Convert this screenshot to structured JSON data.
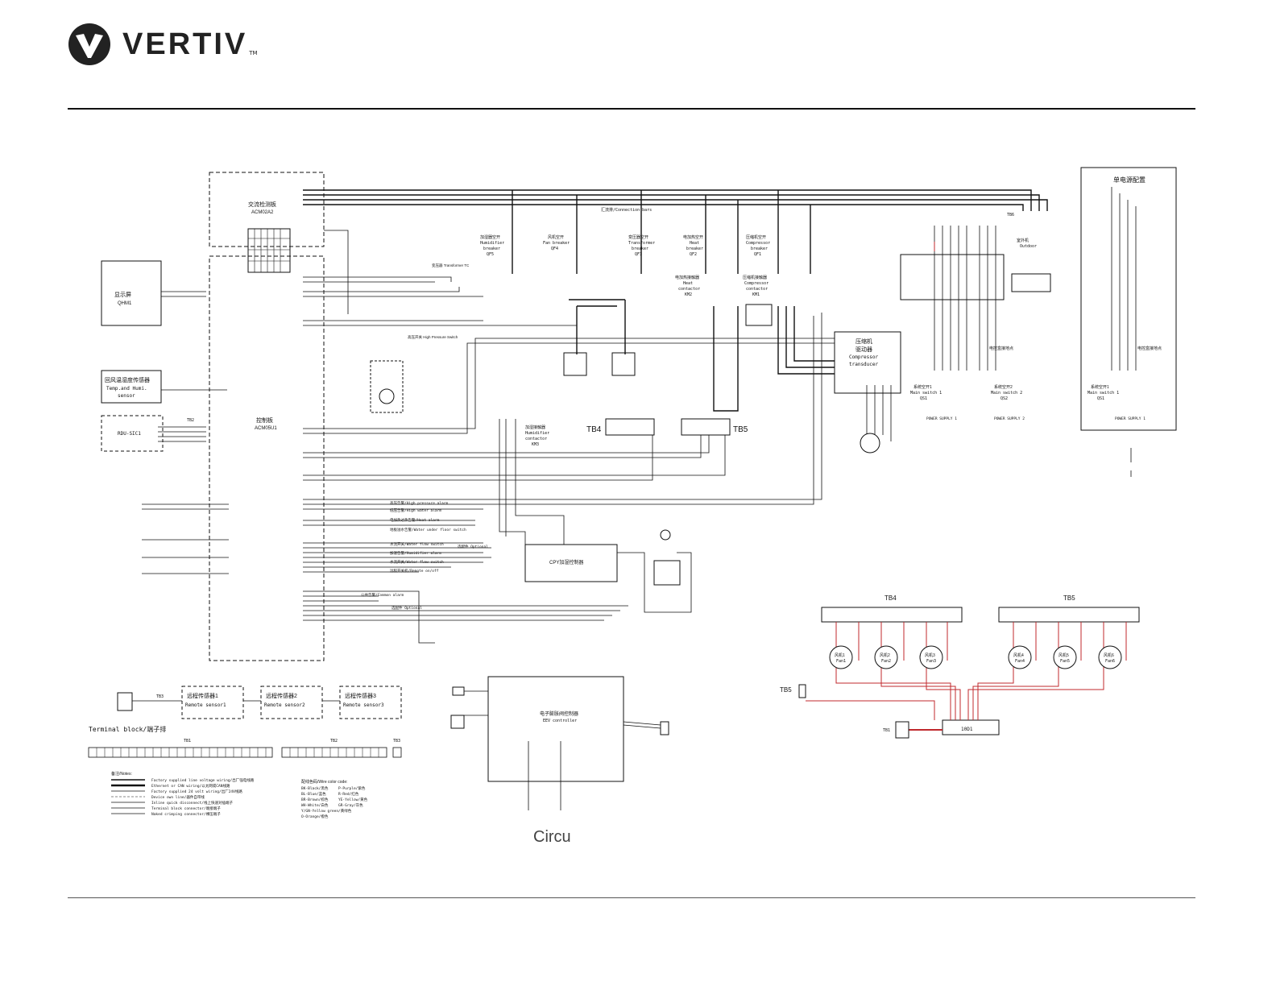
{
  "brand": {
    "name": "VERTIV",
    "trademark": "TM"
  },
  "caption": "Circu",
  "colors": {
    "wire": "#111111",
    "red_wire": "#c0282d",
    "rule": "#111111"
  },
  "boards": {
    "ac_detect": {
      "cn": "交流检测板",
      "code": "ACM02A2"
    },
    "control": {
      "cn": "控制板",
      "code": "ACM05U1"
    },
    "display": {
      "cn": "显示屏",
      "code": "QHM1"
    },
    "return_sensor": {
      "cn": "回风温湿度传感器",
      "en1": "Temp.and Humi.",
      "en2": "sensor"
    },
    "rdu": {
      "code": "RDU-SIC1"
    }
  },
  "components": {
    "humidifier_breaker": {
      "cn": "加湿器空开",
      "en1": "Humidifier",
      "en2": "breaker",
      "tag": "QF5"
    },
    "fan_breaker": {
      "cn": "风机空开",
      "en1": "Fan breaker",
      "tag": "QF4"
    },
    "transformer_breaker": {
      "cn": "变压器空开",
      "en1": "Transformer",
      "en2": "breaker",
      "tag": "QF3"
    },
    "heat_breaker": {
      "cn": "电加热空开",
      "en1": "Heat",
      "en2": "breaker",
      "tag": "QF2"
    },
    "compressor_breaker": {
      "cn": "压缩机空开",
      "en1": "Compressor",
      "en2": "breaker",
      "tag": "QF1"
    },
    "heat_contactor": {
      "cn": "电加热接触器",
      "en1": "Heat",
      "en2": "contactor",
      "tag": "KM2"
    },
    "compressor_contactor": {
      "cn": "压缩机接触器",
      "en1": "Compressor",
      "en2": "contactor",
      "tag": "KM1"
    },
    "connection_bars": {
      "label": "汇流排/Connection bars"
    },
    "compressor_transducer": {
      "cn1": "压缩机",
      "cn2": "驱动器",
      "en1": "Compressor",
      "en2": "transducer"
    },
    "humidifier_contactor": {
      "cn": "加湿接触器",
      "en1": "Humidifier",
      "en2": "contactor",
      "tag": "KM3"
    },
    "cpy": {
      "label": "CPY加湿控制器"
    },
    "eev": {
      "cn": "电子膨胀阀控制器",
      "en": "EEV controller"
    },
    "outdoor": {
      "cn": "室外机",
      "en": "Outdoor"
    },
    "single_power": {
      "label": "单电源配置"
    },
    "main_switch_1": {
      "cn": "系统空开1",
      "en": "Main switch 1",
      "tag": "QS1"
    },
    "main_switch_2": {
      "cn": "系统空开2",
      "en": "Main switch 2",
      "tag": "QS2"
    },
    "ground_label": "电控盒接地点",
    "power_supply_1": "POWER SUPPLY 1",
    "power_supply_2": "POWER SUPPLY 2",
    "transformer_tc": "变压器 Transformer TC",
    "high_pressure_switch": "高压开关 High Pressure Switch"
  },
  "terminal_labels": {
    "tb4": "TB4",
    "tb5": "TB5",
    "tb6": "TB6",
    "tb1": "TB1",
    "tb2": "TB2",
    "tb3": "TB3"
  },
  "remote_sensors": [
    {
      "cn": "远程传感器1",
      "en": "Remote sensor1"
    },
    {
      "cn": "远程传感器2",
      "en": "Remote sensor2"
    },
    {
      "cn": "远程传感器3",
      "en": "Remote sensor3"
    }
  ],
  "terminal_block_title": "Terminal block/端子排",
  "signals": [
    "高压告警/High pressure alarm",
    "低压告警/High water alarm",
    "电加热过热告警/Heat alarm",
    "地板溢水告警/Water under floor switch",
    "水流开关/Water flow switch",
    "加湿告警/Humidifier alarm",
    "水流开关/Water flow switch",
    "远程开关机/Remote on/off",
    "公共告警/Common alarm"
  ],
  "optional": "选配件 Optional",
  "fans": [
    {
      "cn": "风机1",
      "en": "Fan1"
    },
    {
      "cn": "风机2",
      "en": "Fan2"
    },
    {
      "cn": "风机3",
      "en": "Fan3"
    },
    {
      "cn": "风机4",
      "en": "Fan4"
    },
    {
      "cn": "风机5",
      "en": "Fan5"
    },
    {
      "cn": "风机6",
      "en": "Fan6"
    }
  ],
  "fan_hub": "10D1",
  "notes": {
    "title": "备注/Notes:",
    "items": [
      "Factory supplied line voltage wiring/出厂强电线路",
      "Ethernet or CAN wiring/以太网或CAN线路",
      "Factory supplied 24 volt wiring/出厂24V线路",
      "Device own line/器件自带线",
      "Inline quick disconnect/线上快速对插端子",
      "Terminal block connector/端接端子",
      "Naked crimping connector/裸压端子"
    ],
    "color_title": "配线色码/Wire color code:",
    "colors_left": [
      "BK-Black/黑色",
      "BL-Blue/蓝色",
      "BR-Brown/棕色",
      "WH-White/白色",
      "Y/GN-Yellow green/黄绿色",
      "O-Orange/橙色"
    ],
    "colors_right": [
      "P-Purple/紫色",
      "R-Red/红色",
      "YE-Yellow/黄色",
      "GR-Gray/灰色"
    ]
  }
}
